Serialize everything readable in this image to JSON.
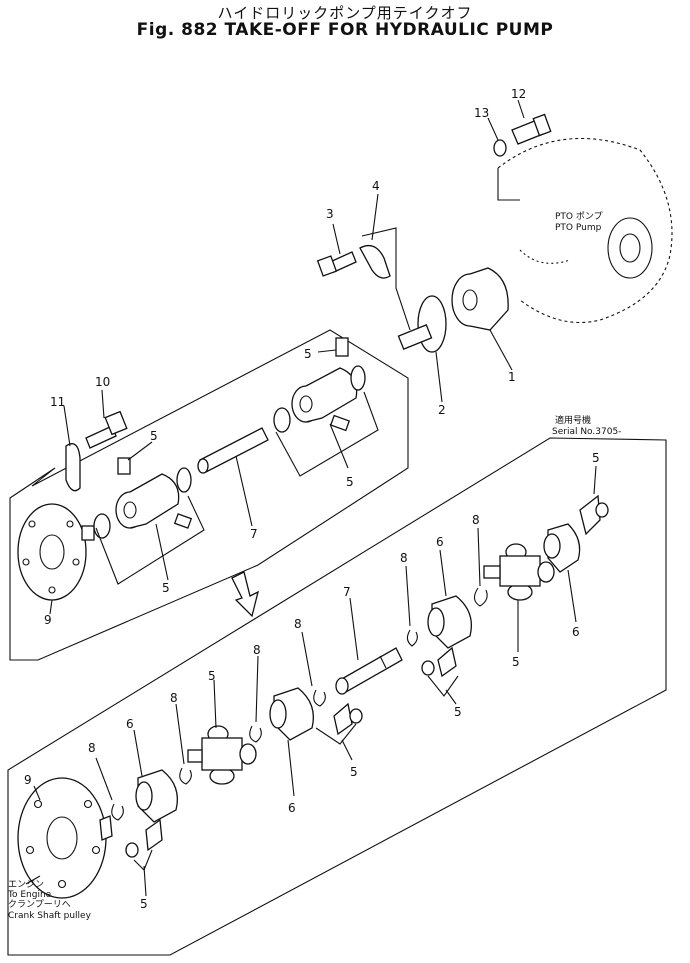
{
  "title_jp": "ハイドロリックポンプ用テイクオフ",
  "title_en": "Fig. 882 TAKE-OFF FOR HYDRAULIC PUMP",
  "labels": {
    "pto_pump_jp": "PTO ポンプ",
    "pto_pump_en": "PTO Pump",
    "serial_jp": "適用号機",
    "serial_en": "Serial No.3705-",
    "engine_jp": "エンジン",
    "engine_en": "To Engine",
    "crank_jp": "クランプーリへ",
    "crank_en": "Crank Shaft pulley"
  },
  "callouts": {
    "c1": "1",
    "c2": "2",
    "c3": "3",
    "c4": "4",
    "c5a": "5",
    "c5b": "5",
    "c5c": "5",
    "c5d": "5",
    "c7a": "7",
    "c9a": "9",
    "c10": "10",
    "c11": "11",
    "c12": "12",
    "c13": "13",
    "d5a": "5",
    "d6a": "6",
    "d8a": "8",
    "d5b": "5",
    "d6b": "6",
    "d8b": "8",
    "d7": "7",
    "d8c": "8",
    "d5c": "5",
    "d6c": "6",
    "d8d": "8",
    "d5d": "5",
    "d8e": "8",
    "d6d": "6",
    "d8f": "8",
    "d9": "9",
    "d5e": "5",
    "d5f": "5"
  }
}
